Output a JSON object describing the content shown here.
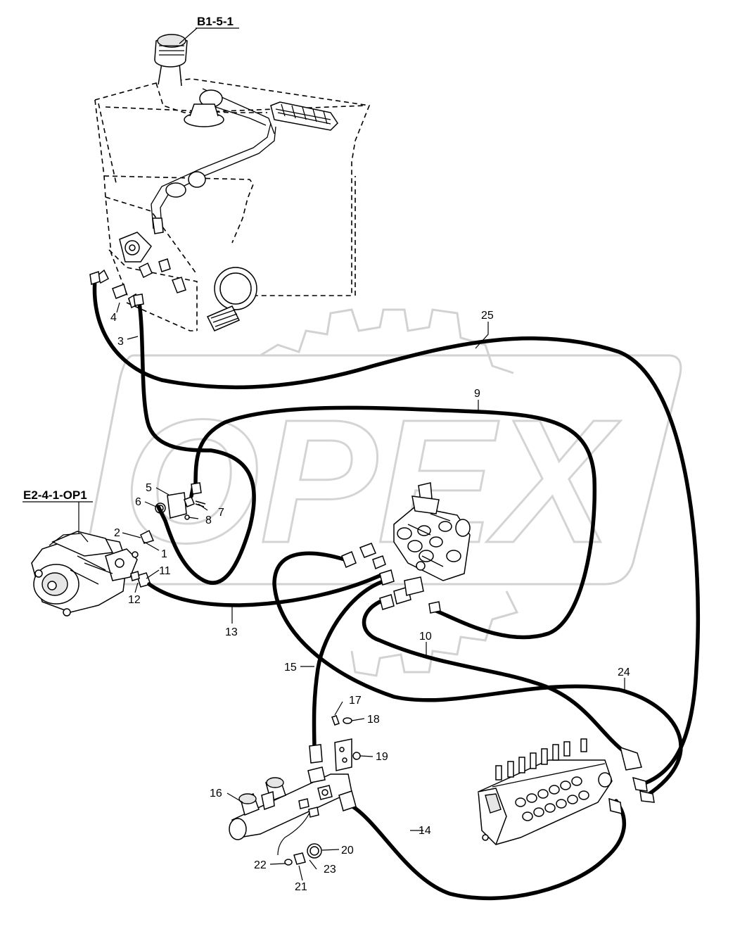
{
  "watermark": {
    "brand_text": "OPEX"
  },
  "references": [
    {
      "id": "ref-b1",
      "text": "B1-5-1"
    },
    {
      "id": "ref-e2",
      "text": "E2-4-1-OP1"
    }
  ],
  "callouts": [
    "1",
    "2",
    "3",
    "4",
    "5",
    "6",
    "7",
    "8",
    "9",
    "10",
    "11",
    "12",
    "13",
    "14",
    "15",
    "16",
    "17",
    "18",
    "19",
    "20",
    "21",
    "22",
    "23",
    "24",
    "25"
  ]
}
